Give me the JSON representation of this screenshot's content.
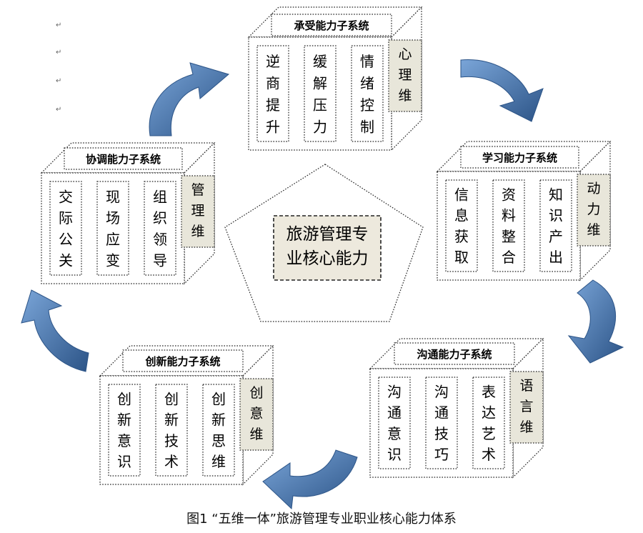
{
  "center": {
    "lines": [
      "旅游管理专",
      "业核心能力"
    ]
  },
  "subsystems": [
    {
      "id": "chengshou",
      "title": "承受能力子系统",
      "dimension": [
        "心",
        "理",
        "维"
      ],
      "columns": [
        [
          "逆",
          "商",
          "提",
          "升"
        ],
        [
          "缓",
          "解",
          "压",
          "力"
        ],
        [
          "情",
          "绪",
          "控",
          "制"
        ]
      ]
    },
    {
      "id": "xuexi",
      "title": "学习能力子系统",
      "dimension": [
        "动",
        "力",
        "维"
      ],
      "columns": [
        [
          "信",
          "息",
          "获",
          "取"
        ],
        [
          "资",
          "料",
          "整",
          "合"
        ],
        [
          "知",
          "识",
          "产",
          "出"
        ]
      ]
    },
    {
      "id": "goutong",
      "title": "沟通能力子系统",
      "dimension": [
        "语",
        "言",
        "维"
      ],
      "columns": [
        [
          "沟",
          "通",
          "意",
          "识"
        ],
        [
          "沟",
          "通",
          "技",
          "巧"
        ],
        [
          "表",
          "达",
          "艺",
          "术"
        ]
      ]
    },
    {
      "id": "chuangxin",
      "title": "创新能力子系统",
      "dimension": [
        "创",
        "意",
        "维"
      ],
      "columns": [
        [
          "创",
          "新",
          "意",
          "识"
        ],
        [
          "创",
          "新",
          "技",
          "术"
        ],
        [
          "创",
          "新",
          "思",
          "维"
        ]
      ]
    },
    {
      "id": "xietiao",
      "title": "协调能力子系统",
      "dimension": [
        "管",
        "理",
        "维"
      ],
      "columns": [
        [
          "交",
          "际",
          "公",
          "关"
        ],
        [
          "现",
          "场",
          "应",
          "变"
        ],
        [
          "组",
          "织",
          "领",
          "导"
        ]
      ]
    }
  ],
  "caption": "图1 “五维一体”旅游管理专业职业核心能力体系",
  "colors": {
    "dimension_fill": "#e8e6da",
    "arrow_light": "#5f8fc8",
    "arrow_dark": "#2c5487",
    "center_fill": "#ede9dd"
  }
}
